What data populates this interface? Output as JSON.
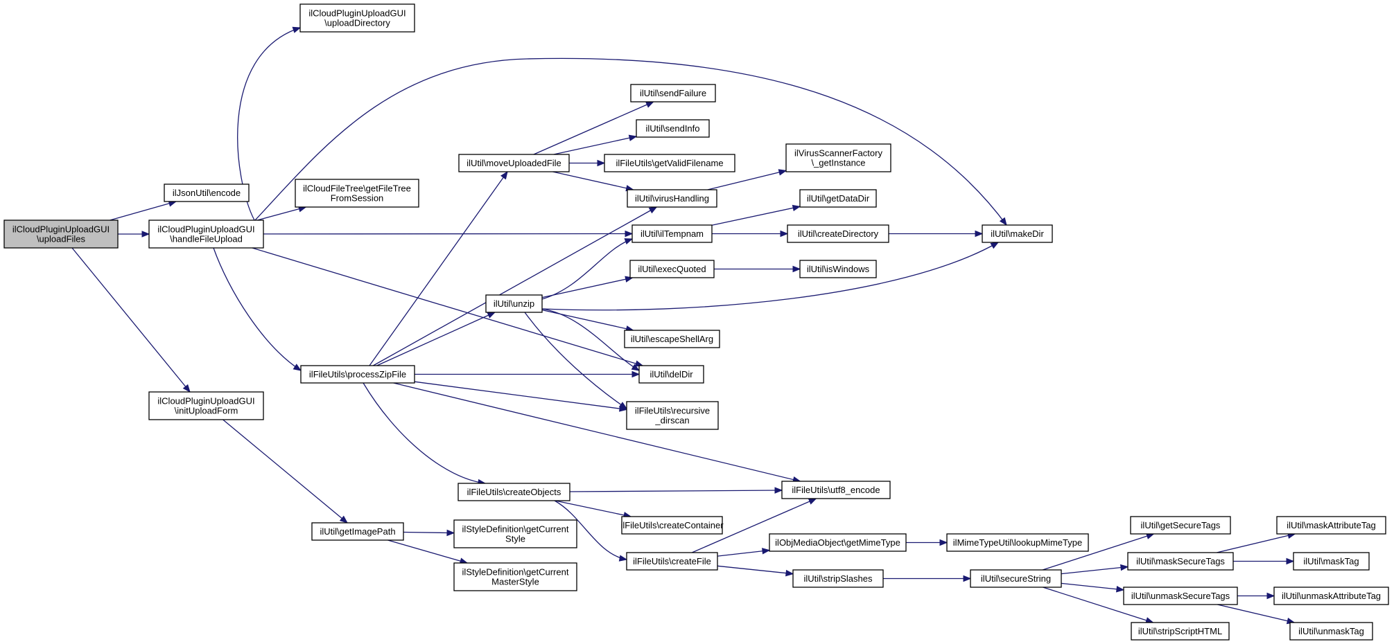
{
  "diagram": {
    "type": "call-graph",
    "colors": {
      "edge": "#191970",
      "node_border": "#000000",
      "root_fill": "#bfbfbf",
      "node_fill": "#ffffff"
    },
    "nodes": [
      {
        "id": "uploadFiles",
        "lines": [
          "ilCloudPluginUploadGUI",
          "\\uploadFiles"
        ],
        "root": true
      },
      {
        "id": "uploadDirectory",
        "lines": [
          "ilCloudPluginUploadGUI",
          "\\uploadDirectory"
        ]
      },
      {
        "id": "jsonEncode",
        "lines": [
          "ilJsonUtil\\encode"
        ]
      },
      {
        "id": "handleFileUpload",
        "lines": [
          "ilCloudPluginUploadGUI",
          "\\handleFileUpload"
        ]
      },
      {
        "id": "getFileTree",
        "lines": [
          "ilCloudFileTree\\getFileTree",
          "FromSession"
        ]
      },
      {
        "id": "initUploadForm",
        "lines": [
          "ilCloudPluginUploadGUI",
          "\\initUploadForm"
        ]
      },
      {
        "id": "processZipFile",
        "lines": [
          "ilFileUtils\\processZipFile"
        ]
      },
      {
        "id": "getImagePath",
        "lines": [
          "ilUtil\\getImagePath"
        ]
      },
      {
        "id": "moveUploadedFile",
        "lines": [
          "ilUtil\\moveUploadedFile"
        ]
      },
      {
        "id": "unzip",
        "lines": [
          "ilUtil\\unzip"
        ]
      },
      {
        "id": "createObjects",
        "lines": [
          "ilFileUtils\\createObjects"
        ]
      },
      {
        "id": "getCurrentStyle",
        "lines": [
          "ilStyleDefinition\\getCurrent",
          "Style"
        ]
      },
      {
        "id": "getCurrentMasterStyle",
        "lines": [
          "ilStyleDefinition\\getCurrent",
          "MasterStyle"
        ]
      },
      {
        "id": "sendFailure",
        "lines": [
          "ilUtil\\sendFailure"
        ]
      },
      {
        "id": "sendInfo",
        "lines": [
          "ilUtil\\sendInfo"
        ]
      },
      {
        "id": "getValidFilename",
        "lines": [
          "ilFileUtils\\getValidFilename"
        ]
      },
      {
        "id": "virusHandling",
        "lines": [
          "ilUtil\\virusHandling"
        ]
      },
      {
        "id": "ilTempnam",
        "lines": [
          "ilUtil\\ilTempnam"
        ]
      },
      {
        "id": "execQuoted",
        "lines": [
          "ilUtil\\execQuoted"
        ]
      },
      {
        "id": "escapeShellArg",
        "lines": [
          "ilUtil\\escapeShellArg"
        ]
      },
      {
        "id": "delDir",
        "lines": [
          "ilUtil\\delDir"
        ]
      },
      {
        "id": "recursiveDirscan",
        "lines": [
          "ilFileUtils\\recursive",
          "_dirscan"
        ]
      },
      {
        "id": "createContainer",
        "lines": [
          "ilFileUtils\\createContainer"
        ]
      },
      {
        "id": "createFile",
        "lines": [
          "ilFileUtils\\createFile"
        ]
      },
      {
        "id": "getInstance",
        "lines": [
          "ilVirusScannerFactory",
          "\\_getInstance"
        ]
      },
      {
        "id": "getDataDir",
        "lines": [
          "ilUtil\\getDataDir"
        ]
      },
      {
        "id": "createDirectory",
        "lines": [
          "ilUtil\\createDirectory"
        ]
      },
      {
        "id": "isWindows",
        "lines": [
          "ilUtil\\isWindows"
        ]
      },
      {
        "id": "utf8Encode",
        "lines": [
          "ilFileUtils\\utf8_encode"
        ]
      },
      {
        "id": "getMimeType",
        "lines": [
          "ilObjMediaObject\\getMimeType"
        ]
      },
      {
        "id": "stripSlashes",
        "lines": [
          "ilUtil\\stripSlashes"
        ]
      },
      {
        "id": "makeDir",
        "lines": [
          "ilUtil\\makeDir"
        ]
      },
      {
        "id": "lookupMimeType",
        "lines": [
          "ilMimeTypeUtil\\lookupMimeType"
        ]
      },
      {
        "id": "secureString",
        "lines": [
          "ilUtil\\secureString"
        ]
      },
      {
        "id": "getSecureTags",
        "lines": [
          "ilUtil\\getSecureTags"
        ]
      },
      {
        "id": "maskSecureTags",
        "lines": [
          "ilUtil\\maskSecureTags"
        ]
      },
      {
        "id": "unmaskSecureTags",
        "lines": [
          "ilUtil\\unmaskSecureTags"
        ]
      },
      {
        "id": "stripScriptHTML",
        "lines": [
          "ilUtil\\stripScriptHTML"
        ]
      },
      {
        "id": "maskAttributeTag",
        "lines": [
          "ilUtil\\maskAttributeTag"
        ]
      },
      {
        "id": "maskTag",
        "lines": [
          "ilUtil\\maskTag"
        ]
      },
      {
        "id": "unmaskAttributeTag",
        "lines": [
          "ilUtil\\unmaskAttributeTag"
        ]
      },
      {
        "id": "unmaskTag",
        "lines": [
          "ilUtil\\unmaskTag"
        ]
      }
    ],
    "edges": [
      [
        "uploadFiles",
        "jsonEncode"
      ],
      [
        "uploadFiles",
        "handleFileUpload"
      ],
      [
        "uploadFiles",
        "initUploadForm"
      ],
      [
        "handleFileUpload",
        "uploadDirectory"
      ],
      [
        "handleFileUpload",
        "getFileTree"
      ],
      [
        "handleFileUpload",
        "makeDir"
      ],
      [
        "handleFileUpload",
        "ilTempnam"
      ],
      [
        "handleFileUpload",
        "processZipFile"
      ],
      [
        "handleFileUpload",
        "delDir"
      ],
      [
        "initUploadForm",
        "getImagePath"
      ],
      [
        "processZipFile",
        "moveUploadedFile"
      ],
      [
        "processZipFile",
        "virusHandling"
      ],
      [
        "processZipFile",
        "unzip"
      ],
      [
        "processZipFile",
        "delDir"
      ],
      [
        "processZipFile",
        "recursiveDirscan"
      ],
      [
        "processZipFile",
        "createObjects"
      ],
      [
        "processZipFile",
        "utf8Encode"
      ],
      [
        "getImagePath",
        "getCurrentStyle"
      ],
      [
        "getImagePath",
        "getCurrentMasterStyle"
      ],
      [
        "moveUploadedFile",
        "sendFailure"
      ],
      [
        "moveUploadedFile",
        "sendInfo"
      ],
      [
        "moveUploadedFile",
        "getValidFilename"
      ],
      [
        "moveUploadedFile",
        "virusHandling"
      ],
      [
        "virusHandling",
        "getInstance"
      ],
      [
        "ilTempnam",
        "getDataDir"
      ],
      [
        "ilTempnam",
        "createDirectory"
      ],
      [
        "createDirectory",
        "makeDir"
      ],
      [
        "unzip",
        "ilTempnam"
      ],
      [
        "unzip",
        "execQuoted"
      ],
      [
        "unzip",
        "makeDir"
      ],
      [
        "unzip",
        "escapeShellArg"
      ],
      [
        "unzip",
        "delDir"
      ],
      [
        "unzip",
        "recursiveDirscan"
      ],
      [
        "execQuoted",
        "isWindows"
      ],
      [
        "createObjects",
        "utf8Encode"
      ],
      [
        "createObjects",
        "createContainer"
      ],
      [
        "createObjects",
        "createFile"
      ],
      [
        "createFile",
        "utf8Encode"
      ],
      [
        "createFile",
        "getMimeType"
      ],
      [
        "createFile",
        "stripSlashes"
      ],
      [
        "getMimeType",
        "lookupMimeType"
      ],
      [
        "stripSlashes",
        "secureString"
      ],
      [
        "secureString",
        "getSecureTags"
      ],
      [
        "secureString",
        "maskSecureTags"
      ],
      [
        "secureString",
        "unmaskSecureTags"
      ],
      [
        "secureString",
        "stripScriptHTML"
      ],
      [
        "maskSecureTags",
        "maskAttributeTag"
      ],
      [
        "maskSecureTags",
        "maskTag"
      ],
      [
        "unmaskSecureTags",
        "unmaskAttributeTag"
      ],
      [
        "unmaskSecureTags",
        "unmaskTag"
      ]
    ]
  }
}
